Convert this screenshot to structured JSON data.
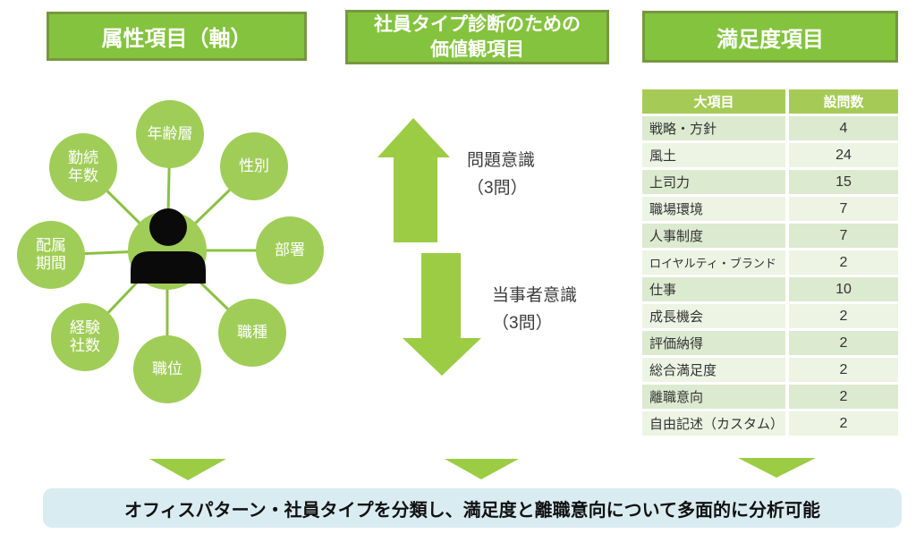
{
  "headers": {
    "left": "属性項目（軸）",
    "middle": "社員タイプ診断のための\n価値観項目",
    "right": "満足度項目"
  },
  "diagram": {
    "center_icon": "person-icon",
    "satellites": [
      {
        "label": "年齢層"
      },
      {
        "label": "性別"
      },
      {
        "label": "部署"
      },
      {
        "label": "職種"
      },
      {
        "label": "職位"
      },
      {
        "label": "経験\n社数"
      },
      {
        "label": "配属\n期間"
      },
      {
        "label": "勤続\n年数"
      }
    ]
  },
  "values_section": {
    "up_arrow_label": "問題意識\n（3問）",
    "down_arrow_label": "当事者意識\n（3問）"
  },
  "table": {
    "headers": {
      "category": "大項目",
      "count": "設問数"
    },
    "rows": [
      {
        "label": "戦略・方針",
        "count": "4"
      },
      {
        "label": "風土",
        "count": "24"
      },
      {
        "label": "上司力",
        "count": "15"
      },
      {
        "label": "職場環境",
        "count": "7"
      },
      {
        "label": "人事制度",
        "count": "7"
      },
      {
        "label": "ロイヤルティ・ブランド",
        "count": "2"
      },
      {
        "label": "仕事",
        "count": "10"
      },
      {
        "label": "成長機会",
        "count": "2"
      },
      {
        "label": "評価納得",
        "count": "2"
      },
      {
        "label": "総合満足度",
        "count": "2"
      },
      {
        "label": "離職意向",
        "count": "2"
      },
      {
        "label": "自由記述（カスタム）",
        "count": "2"
      }
    ]
  },
  "banner": {
    "text": "オフィスパターン・社員タイプを分類し、満足度と離職意向について多面的に分析可能"
  },
  "colors": {
    "header_green": "#84c33e",
    "header_border": "#76973e",
    "circle_green": "#a0cd58",
    "spoke_green": "#8bc043",
    "arrow_green": "#9bcc44",
    "table_header_green": "#a6ca56",
    "table_row_odd": "#dcead0",
    "table_row_even": "#edf4e4",
    "banner_blue": "#d9ecf1",
    "person_black": "#0a0a0a"
  }
}
